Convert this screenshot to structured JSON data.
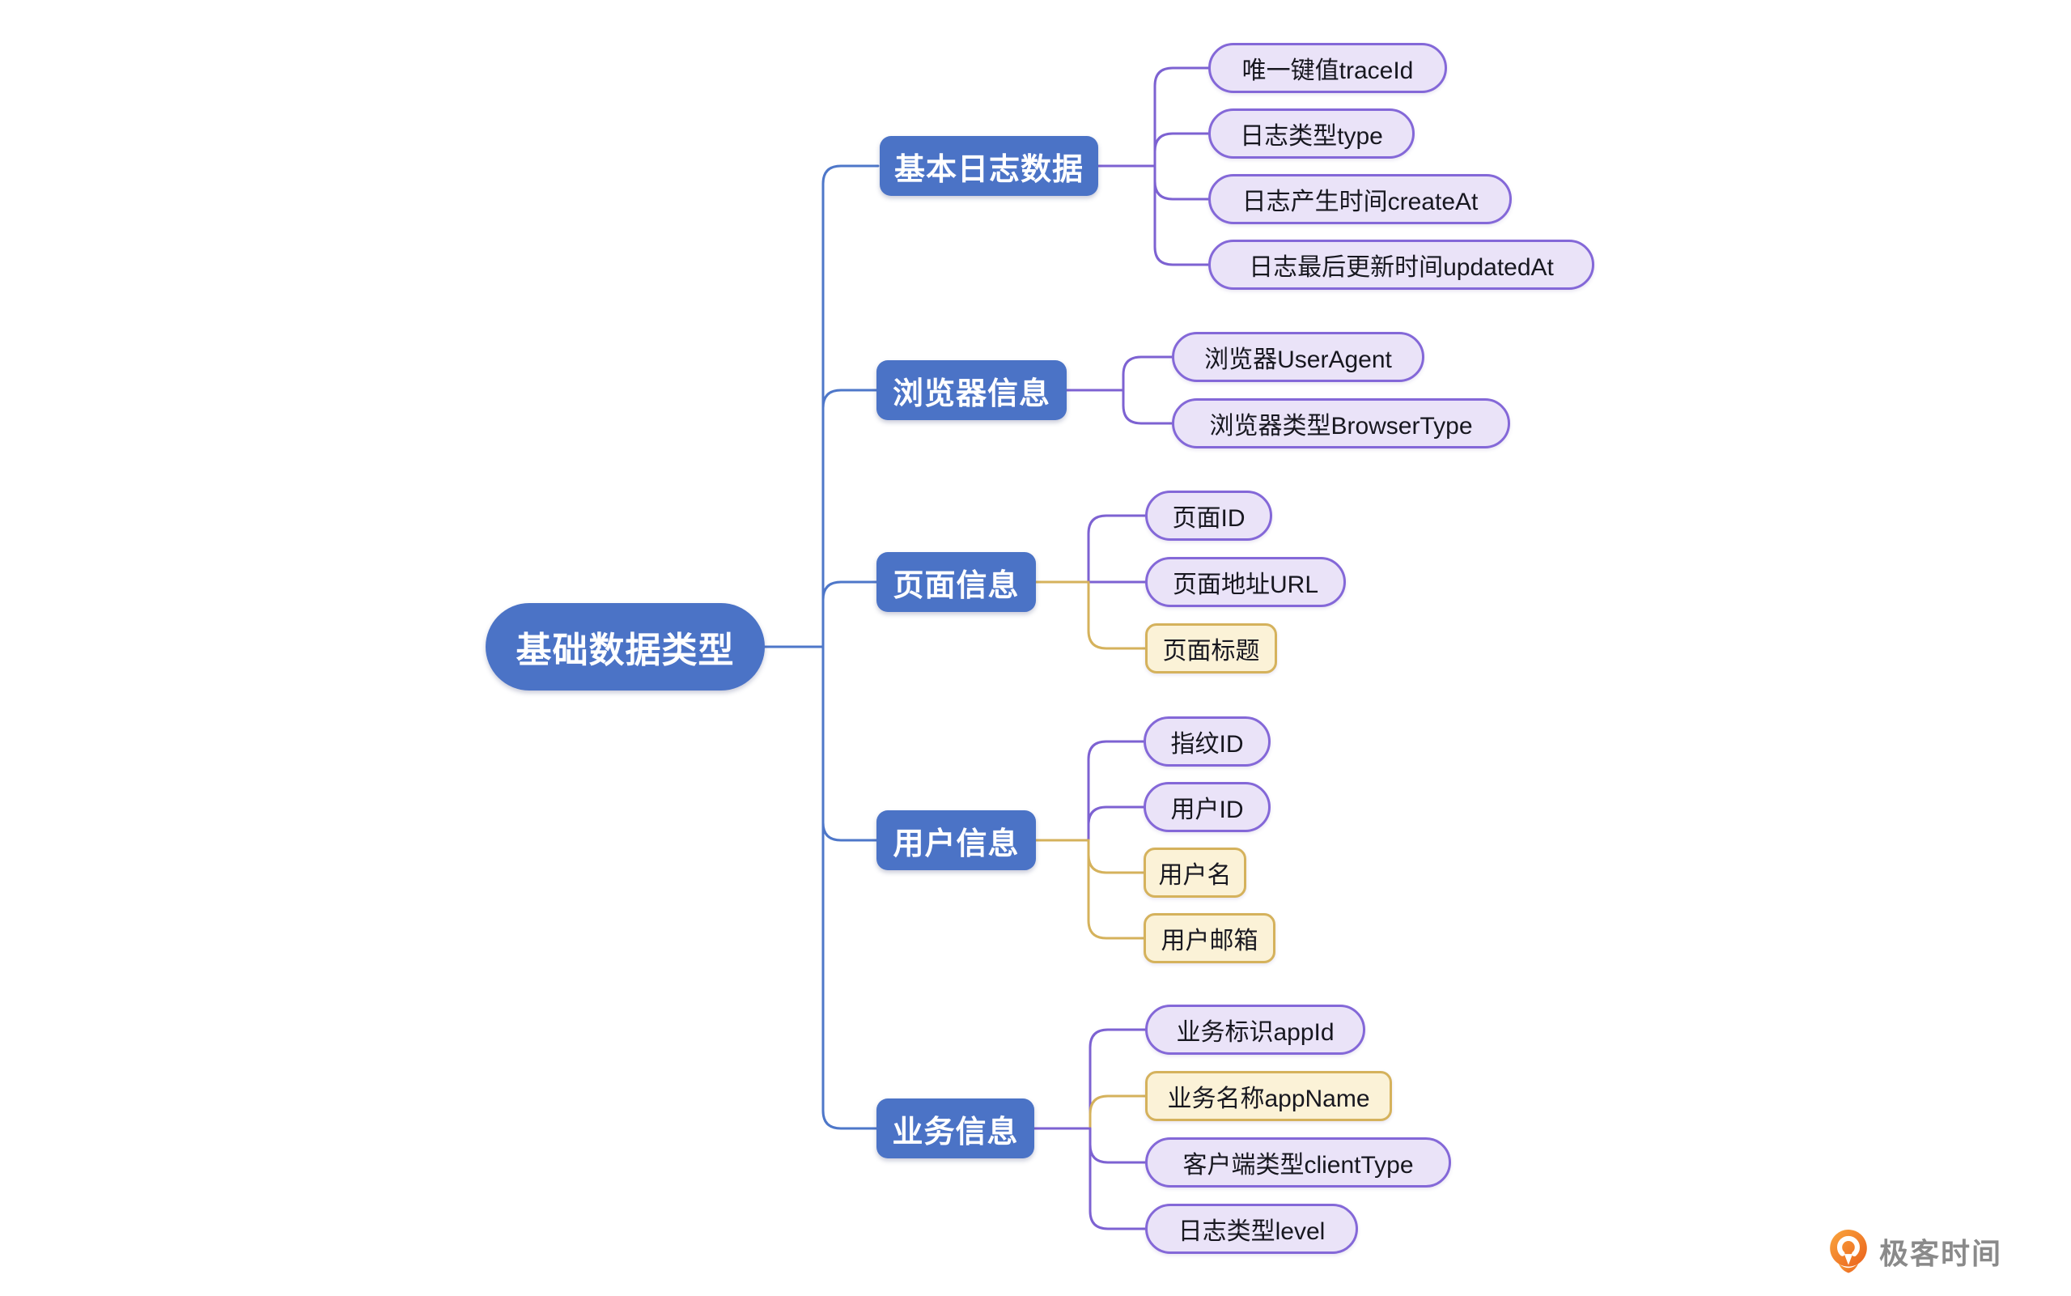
{
  "diagram": {
    "root": {
      "label": "基础数据类型"
    },
    "branches": [
      {
        "label": "基本日志数据",
        "trunk_style": "purple",
        "children": [
          {
            "label": "唯一键值traceId",
            "style": "purple"
          },
          {
            "label": "日志类型type",
            "style": "purple"
          },
          {
            "label": "日志产生时间createAt",
            "style": "purple"
          },
          {
            "label": "日志最后更新时间updatedAt",
            "style": "purple"
          }
        ]
      },
      {
        "label": "浏览器信息",
        "trunk_style": "purple",
        "children": [
          {
            "label": "浏览器UserAgent",
            "style": "purple"
          },
          {
            "label": "浏览器类型BrowserType",
            "style": "purple"
          }
        ]
      },
      {
        "label": "页面信息",
        "trunk_style": "yellow",
        "children": [
          {
            "label": "页面ID",
            "style": "purple"
          },
          {
            "label": "页面地址URL",
            "style": "purple"
          },
          {
            "label": "页面标题",
            "style": "yellow"
          }
        ]
      },
      {
        "label": "用户信息",
        "trunk_style": "yellow",
        "children": [
          {
            "label": "指纹ID",
            "style": "purple"
          },
          {
            "label": "用户ID",
            "style": "purple"
          },
          {
            "label": "用户名",
            "style": "yellow"
          },
          {
            "label": "用户邮箱",
            "style": "yellow"
          }
        ]
      },
      {
        "label": "业务信息",
        "trunk_style": "purple",
        "children": [
          {
            "label": "业务标识appId",
            "style": "purple"
          },
          {
            "label": "业务名称appName",
            "style": "yellow"
          },
          {
            "label": "客户端类型clientType",
            "style": "purple"
          },
          {
            "label": "日志类型level",
            "style": "purple"
          }
        ]
      }
    ]
  },
  "logo": {
    "text": "极客时间",
    "icon": "geektime-pin-icon"
  },
  "colors": {
    "node_blue": "#4B73C6",
    "edge_blue": "#4E77C9",
    "edge_purple": "#7D62D2",
    "edge_yellow": "#D5B25C",
    "lavender_fill": "#EAE3F8",
    "lavender_border": "#8468D8",
    "yellow_fill": "#FBF2D7",
    "yellow_border": "#D5B25C",
    "text_dark": "#17171F",
    "logo_orange": "#EE7623",
    "logo_text_gray": "#8A8A8A"
  }
}
